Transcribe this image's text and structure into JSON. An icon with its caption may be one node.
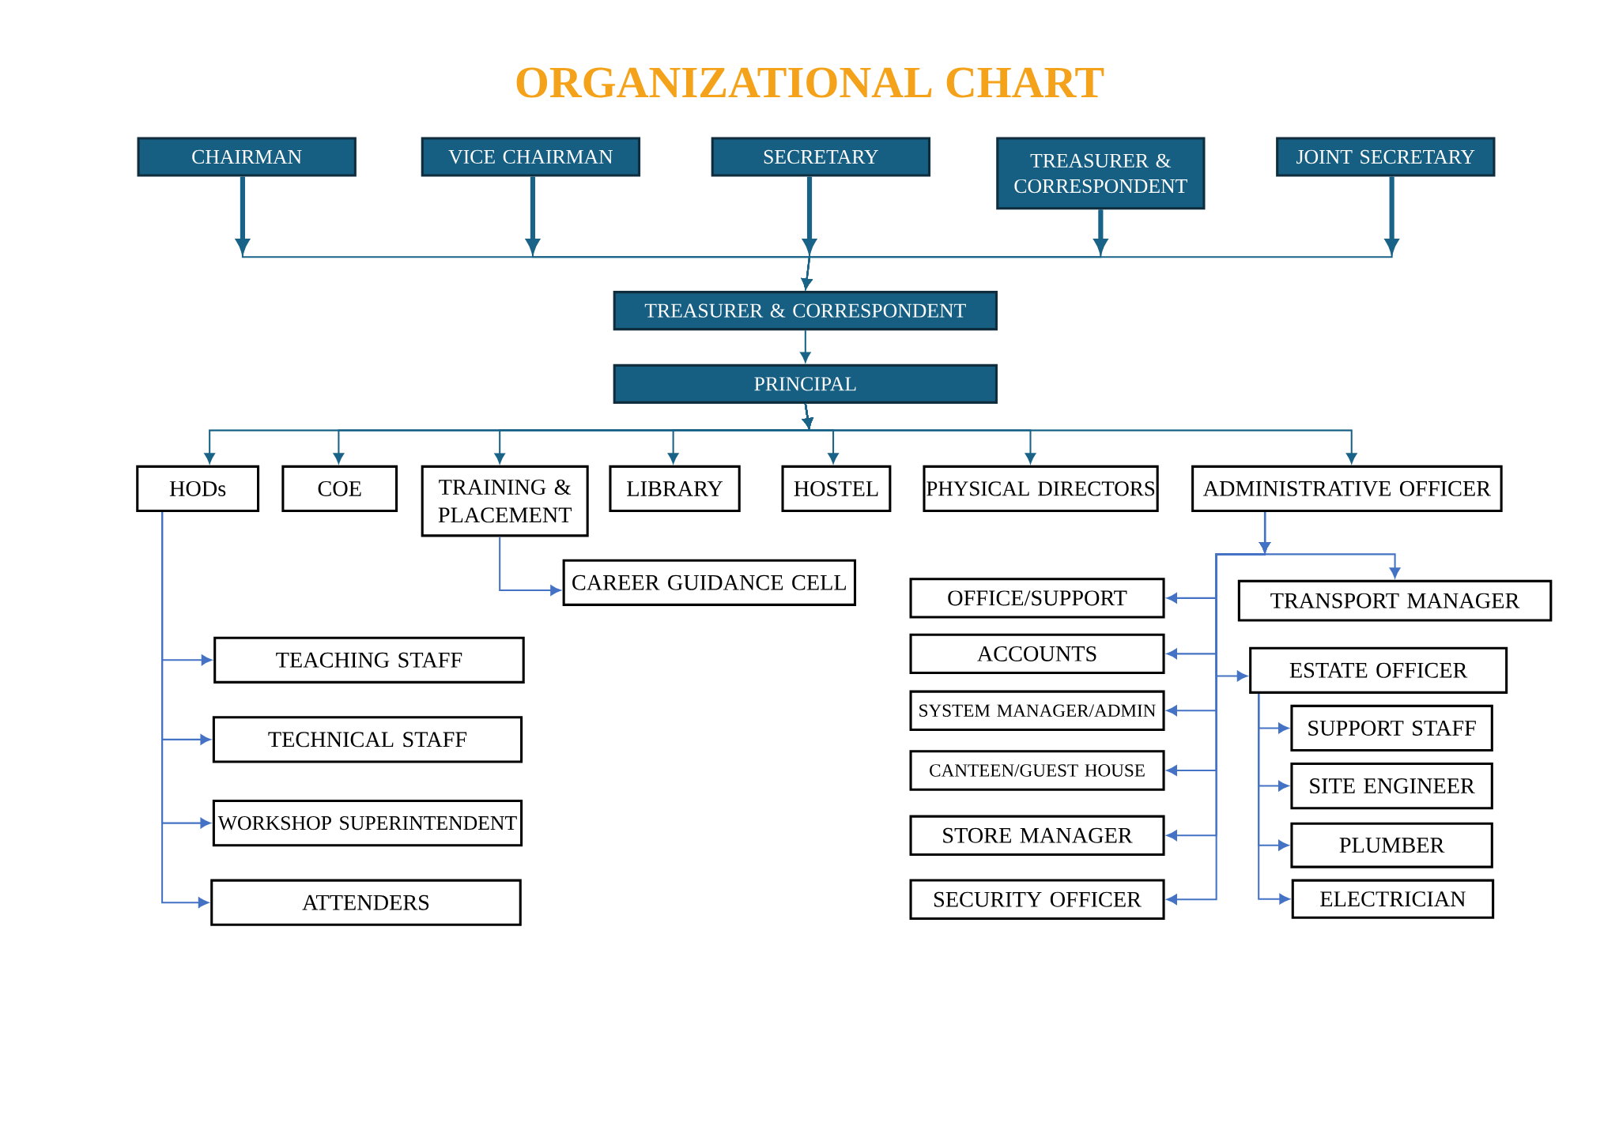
{
  "diagram": {
    "title": "ORGANIZATIONAL CHART",
    "nodes": [
      {
        "text": [
          "CHAIRMAN"
        ]
      },
      {
        "text": [
          "VICE CHAIRMAN"
        ]
      },
      {
        "text": [
          "SECRETARY"
        ]
      },
      {
        "text": [
          "TREASURER & CORRESPONDENT"
        ]
      },
      {
        "text": [
          "JOINT SECRETARY"
        ]
      },
      {
        "text": [
          "TREASURER & CORRESPONDENT"
        ]
      },
      {
        "text": [
          "PRINCIPAL"
        ]
      },
      {
        "text": [
          "HODs"
        ]
      },
      {
        "text": [
          "COE"
        ]
      },
      {
        "text": [
          "TRAINING & PLACEMENT"
        ]
      },
      {
        "text": [
          "LIBRARY"
        ]
      },
      {
        "text": [
          "HOSTEL"
        ]
      },
      {
        "text": [
          "PHYSICAL DIRECTORS"
        ]
      },
      {
        "text": [
          "ADMINISTRATIVE OFFICER"
        ]
      },
      {
        "text": [
          "CAREER GUIDANCE CELL"
        ]
      },
      {
        "text": [
          "TEACHING STAFF"
        ]
      },
      {
        "text": [
          "TECHNICAL STAFF"
        ]
      },
      {
        "text": [
          "WORKSHOP SUPERINTENDENT"
        ]
      },
      {
        "text": [
          "ATTENDERS"
        ]
      },
      {
        "text": [
          "OFFICE/SUPPORT"
        ]
      },
      {
        "text": [
          "ACCOUNTS"
        ]
      },
      {
        "text": [
          "SYSTEM MANAGER/ADMIN"
        ]
      },
      {
        "text": [
          "CANTEEN/GUEST HOUSE"
        ]
      },
      {
        "text": [
          "STORE MANAGER"
        ]
      },
      {
        "text": [
          "SECURITY OFFICER"
        ]
      },
      {
        "text": [
          "TRANSPORT MANAGER"
        ]
      },
      {
        "text": [
          "ESTATE OFFICER"
        ]
      },
      {
        "text": [
          "SUPPORT STAFF"
        ]
      },
      {
        "text": [
          "SITE ENGINEER"
        ]
      },
      {
        "text": [
          "PLUMBER"
        ]
      },
      {
        "text": [
          "ELECTRICIAN"
        ]
      }
    ],
    "edges": [
      {
        "from": 0,
        "to": 5,
        "arrow": "to",
        "color": "#1a6388"
      },
      {
        "from": 1,
        "to": 5,
        "arrow": "to",
        "color": "#1a6388"
      },
      {
        "from": 2,
        "to": 5,
        "arrow": "to",
        "color": "#1a6388"
      },
      {
        "from": 3,
        "to": 5,
        "arrow": "to",
        "color": "#1a6388"
      },
      {
        "from": 4,
        "to": 5,
        "arrow": "to",
        "color": "#1a6388"
      },
      {
        "from": 5,
        "to": 6,
        "arrow": "to",
        "color": "#1a6388"
      },
      {
        "from": 6,
        "to": 7,
        "arrow": "to",
        "color": "#1a6388"
      },
      {
        "from": 6,
        "to": 8,
        "arrow": "to",
        "color": "#1a6388"
      },
      {
        "from": 6,
        "to": 9,
        "arrow": "to",
        "color": "#1a6388"
      },
      {
        "from": 6,
        "to": 10,
        "arrow": "to",
        "color": "#1a6388"
      },
      {
        "from": 6,
        "to": 11,
        "arrow": "to",
        "color": "#1a6388"
      },
      {
        "from": 6,
        "to": 12,
        "arrow": "to",
        "color": "#1a6388"
      },
      {
        "from": 6,
        "to": 13,
        "arrow": "to",
        "color": "#1a6388"
      },
      {
        "from": 9,
        "to": 14,
        "arrow": "to"
      },
      {
        "from": 7,
        "to": 15,
        "arrow": "to"
      },
      {
        "from": 7,
        "to": 16,
        "arrow": "to"
      },
      {
        "from": 7,
        "to": 17,
        "arrow": "to"
      },
      {
        "from": 7,
        "to": 18,
        "arrow": "to"
      },
      {
        "from": 13,
        "to": 25,
        "arrow": "to"
      },
      {
        "from": 13,
        "to": 19,
        "arrow": "to"
      },
      {
        "from": 13,
        "to": 20,
        "arrow": "to"
      },
      {
        "from": 13,
        "to": 21,
        "arrow": "to"
      },
      {
        "from": 13,
        "to": 22,
        "arrow": "to"
      },
      {
        "from": 13,
        "to": 23,
        "arrow": "to"
      },
      {
        "from": 13,
        "to": 24,
        "arrow": "to"
      },
      {
        "from": 13,
        "to": 26,
        "arrow": "to"
      },
      {
        "from": 26,
        "to": 27,
        "arrow": "to"
      },
      {
        "from": 26,
        "to": 28,
        "arrow": "to"
      },
      {
        "from": 26,
        "to": 29,
        "arrow": "to"
      },
      {
        "from": 26,
        "to": 30,
        "arrow": "to"
      }
    ]
  }
}
